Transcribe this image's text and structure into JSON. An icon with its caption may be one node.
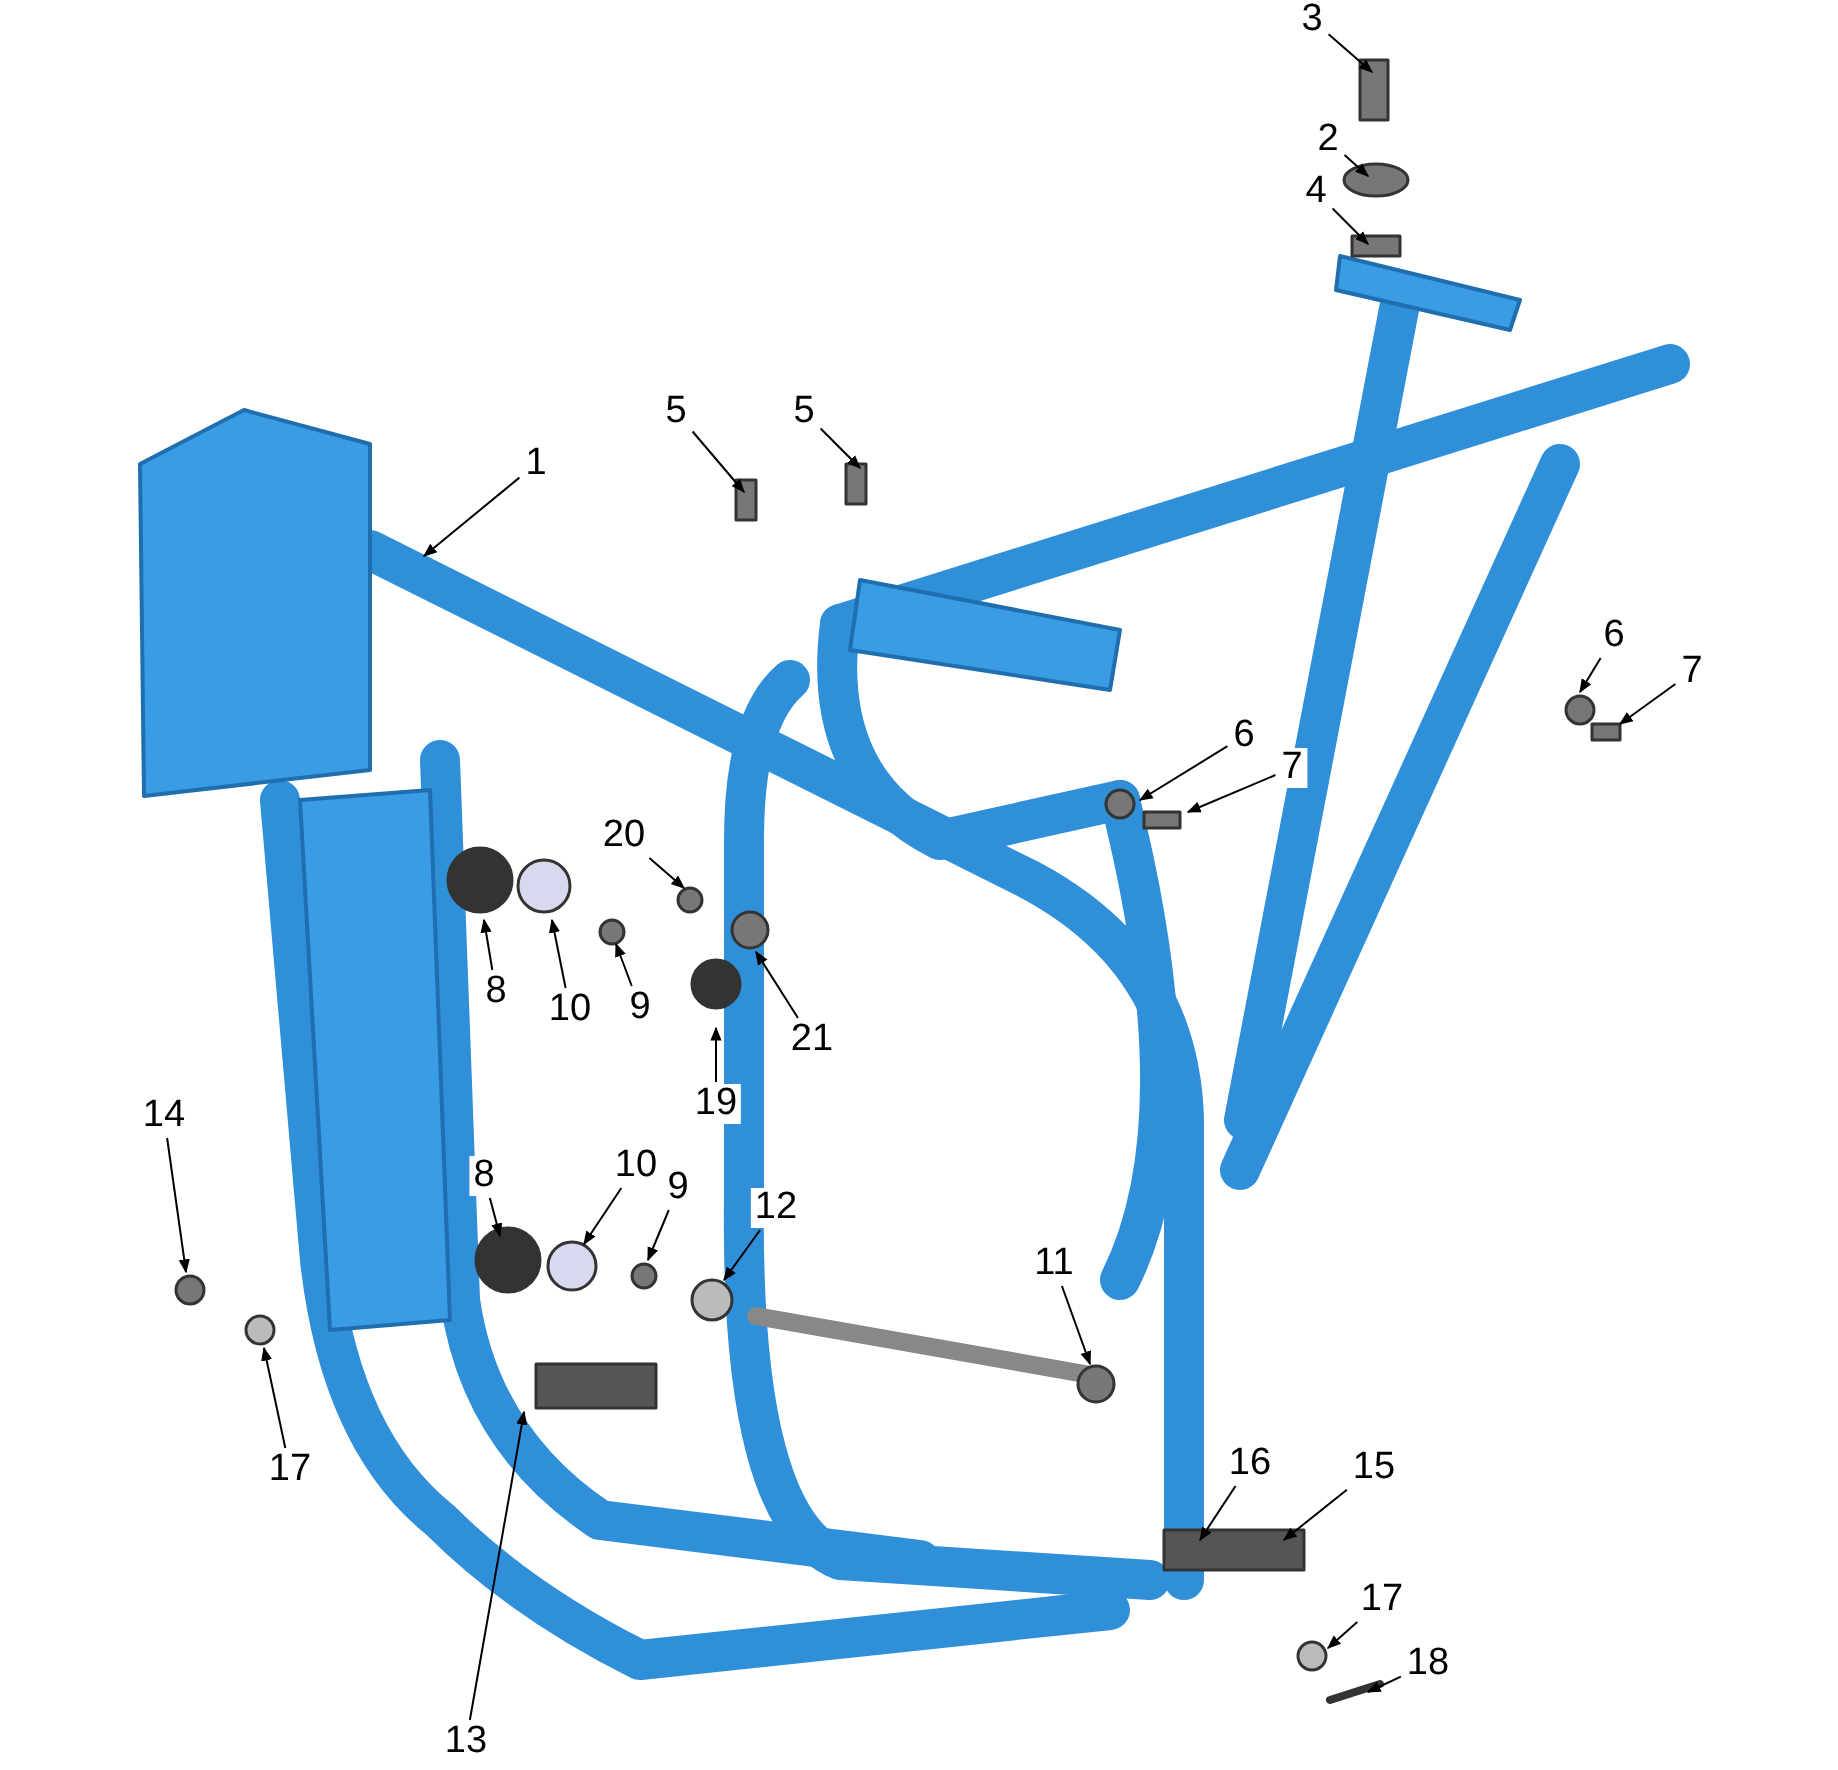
{
  "diagram": {
    "nodes": [
      {
        "text": [
          "3"
        ]
      },
      {
        "text": [
          "2"
        ]
      },
      {
        "text": [
          "4"
        ]
      },
      {
        "text": [
          "1"
        ]
      },
      {
        "text": [
          "5"
        ]
      },
      {
        "text": [
          "5"
        ]
      },
      {
        "text": [
          "6"
        ]
      },
      {
        "text": [
          "7"
        ]
      },
      {
        "text": [
          "6"
        ]
      },
      {
        "text": [
          "7"
        ]
      },
      {
        "text": [
          "20"
        ]
      },
      {
        "text": [
          "8"
        ]
      },
      {
        "text": [
          "10"
        ]
      },
      {
        "text": [
          "9"
        ]
      },
      {
        "text": [
          "21"
        ]
      },
      {
        "text": [
          "19"
        ]
      },
      {
        "text": [
          "14"
        ]
      },
      {
        "text": [
          "8"
        ]
      },
      {
        "text": [
          "10"
        ]
      },
      {
        "text": [
          "9"
        ]
      },
      {
        "text": [
          "12"
        ]
      },
      {
        "text": [
          "11"
        ]
      },
      {
        "text": [
          "17"
        ]
      },
      {
        "text": [
          "16"
        ]
      },
      {
        "text": [
          "15"
        ]
      },
      {
        "text": [
          "13"
        ]
      },
      {
        "text": [
          "17"
        ]
      },
      {
        "text": [
          "18"
        ]
      }
    ],
    "edges": [
      {
        "from": 0,
        "to": null,
        "arrow": "to"
      },
      {
        "from": 1,
        "to": null,
        "arrow": "to"
      },
      {
        "from": 2,
        "to": null,
        "arrow": "to"
      },
      {
        "from": 3,
        "to": null,
        "arrow": "to"
      },
      {
        "from": 4,
        "to": null,
        "arrow": "to"
      },
      {
        "from": 5,
        "to": null,
        "arrow": "to"
      },
      {
        "from": 6,
        "to": null,
        "arrow": "to"
      },
      {
        "from": 7,
        "to": null,
        "arrow": "to"
      },
      {
        "from": 8,
        "to": null,
        "arrow": "to"
      },
      {
        "from": 9,
        "to": null,
        "arrow": "to"
      },
      {
        "from": 10,
        "to": null,
        "arrow": "to"
      },
      {
        "from": 11,
        "to": null,
        "arrow": "to"
      },
      {
        "from": 12,
        "to": null,
        "arrow": "to"
      },
      {
        "from": 13,
        "to": null,
        "arrow": "to"
      },
      {
        "from": 14,
        "to": null,
        "arrow": "to"
      },
      {
        "from": 15,
        "to": null,
        "arrow": "to"
      },
      {
        "from": 16,
        "to": null,
        "arrow": "to"
      },
      {
        "from": 17,
        "to": null,
        "arrow": "to"
      },
      {
        "from": 18,
        "to": null,
        "arrow": "to"
      },
      {
        "from": 19,
        "to": null,
        "arrow": "to"
      },
      {
        "from": 20,
        "to": null,
        "arrow": "to"
      },
      {
        "from": 21,
        "to": null,
        "arrow": "to"
      },
      {
        "from": 22,
        "to": null,
        "arrow": "to"
      },
      {
        "from": 23,
        "to": null,
        "arrow": "to"
      },
      {
        "from": 24,
        "to": null,
        "arrow": "to"
      },
      {
        "from": 25,
        "to": null,
        "arrow": "to"
      },
      {
        "from": 26,
        "to": null,
        "arrow": "to"
      },
      {
        "from": 27,
        "to": null,
        "arrow": "to"
      }
    ]
  }
}
